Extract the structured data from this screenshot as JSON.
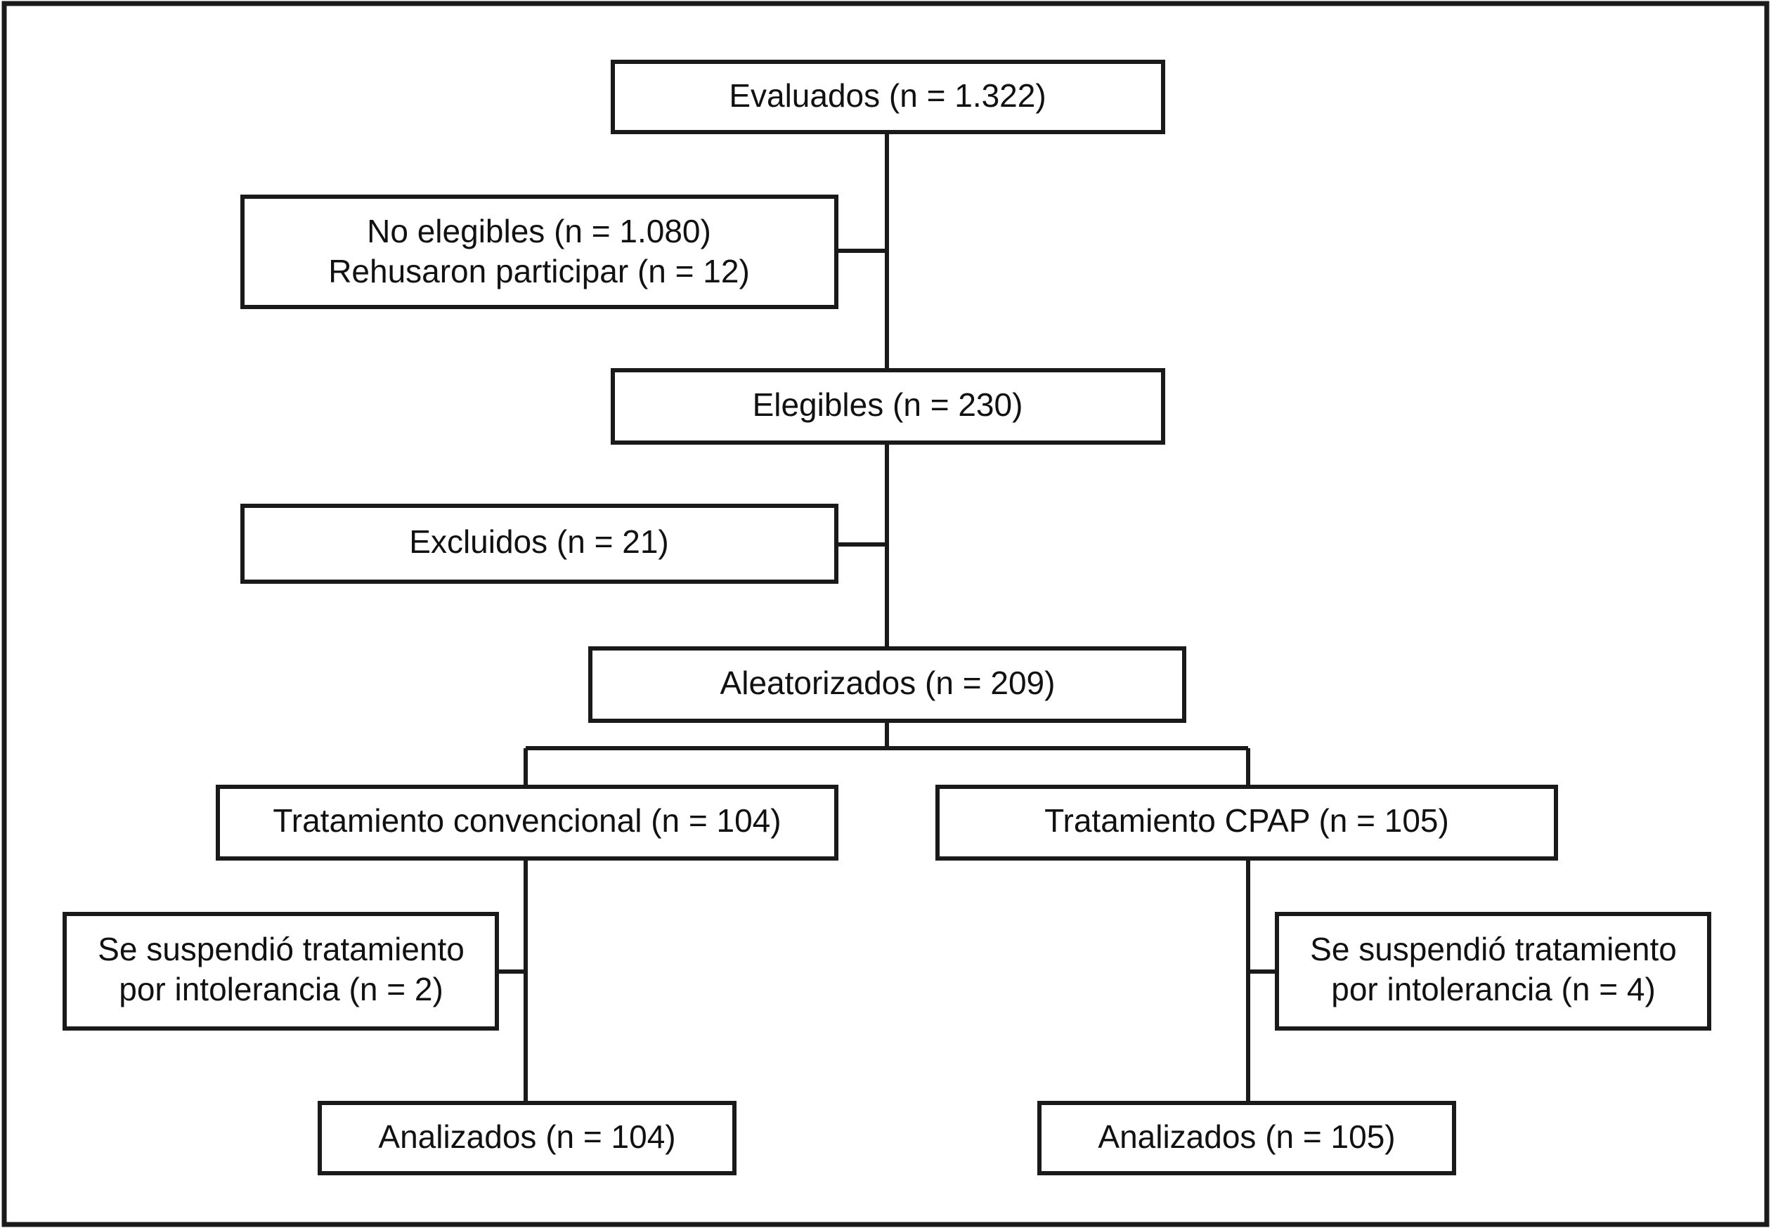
{
  "figure": {
    "kind": "consort-flow-diagram",
    "language": "es",
    "border_color": "#1a1a1a",
    "box_stroke_color": "#1a1a1a",
    "connector_color": "#1a1a1a",
    "background_color": "#ffffff",
    "text_color": "#111111"
  },
  "nodes": {
    "assessed": {
      "id": "evaluados",
      "line1": "Evaluados (n = 1.322)",
      "count": 1322
    },
    "not_eligible": {
      "id": "no-elegibles",
      "line1": "No elegibles (n = 1.080)",
      "line2": "Rehusaron participar (n = 12)",
      "count_not_eligible": 1080,
      "count_refused": 12
    },
    "eligible": {
      "id": "elegibles",
      "line1": "Elegibles (n = 230)",
      "count": 230
    },
    "excluded": {
      "id": "excluidos",
      "line1": "Excluidos (n = 21)",
      "count": 21
    },
    "randomized": {
      "id": "aleatorizados",
      "line1": "Aleatorizados (n = 209)",
      "count": 209
    },
    "arm_conventional": {
      "id": "tratamiento-convencional",
      "line1": "Tratamiento convencional (n = 104)",
      "count": 104
    },
    "arm_cpap": {
      "id": "tratamiento-cpap",
      "line1": "Tratamiento CPAP (n = 105)",
      "count": 105
    },
    "discontinued_conventional": {
      "id": "suspendido-convencional",
      "line1": "Se suspendió tratamiento",
      "line2": "por intolerancia (n = 2)",
      "count": 2
    },
    "discontinued_cpap": {
      "id": "suspendido-cpap",
      "line1": "Se suspendió tratamiento",
      "line2": "por intolerancia (n = 4)",
      "count": 4
    },
    "analyzed_conventional": {
      "id": "analizados-convencional",
      "line1": "Analizados (n = 104)",
      "count": 104
    },
    "analyzed_cpap": {
      "id": "analizados-cpap",
      "line1": "Analizados (n = 105)",
      "count": 105
    }
  },
  "chart_data": {
    "type": "diagram",
    "title": "",
    "flow": [
      {
        "step": "Evaluados",
        "n": 1322
      },
      {
        "step": "No elegibles",
        "n": 1080
      },
      {
        "step": "Rehusaron participar",
        "n": 12
      },
      {
        "step": "Elegibles",
        "n": 230
      },
      {
        "step": "Excluidos",
        "n": 21
      },
      {
        "step": "Aleatorizados",
        "n": 209
      },
      {
        "step": "Tratamiento convencional",
        "n": 104
      },
      {
        "step": "Tratamiento CPAP",
        "n": 105
      },
      {
        "step": "Se suspendió tratamiento por intolerancia (convencional)",
        "n": 2
      },
      {
        "step": "Se suspendió tratamiento por intolerancia (CPAP)",
        "n": 4
      },
      {
        "step": "Analizados (convencional)",
        "n": 104
      },
      {
        "step": "Analizados (CPAP)",
        "n": 105
      }
    ]
  }
}
